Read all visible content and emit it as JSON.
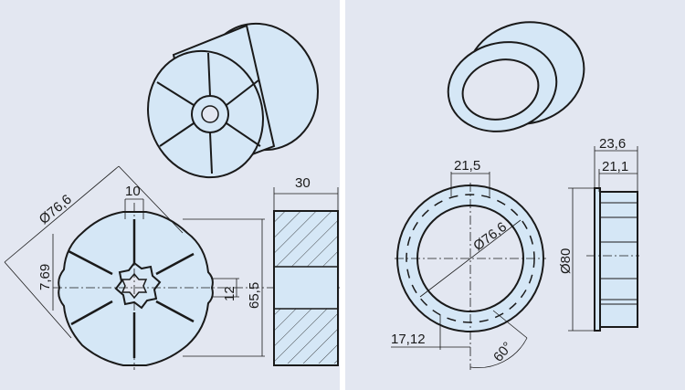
{
  "colors": {
    "background": "#e3e7f1",
    "part_fill": "#d5e7f6",
    "divider": "#ffffff",
    "line": "#1a1a1a"
  },
  "left_panel": {
    "dimensions": {
      "diameter": "Ø76,6",
      "slot_width": "10",
      "notch_depth": "7,69",
      "key_width": "12",
      "height": "65,5",
      "length": "30"
    }
  },
  "right_panel": {
    "dimensions": {
      "tooth_span": "21,5",
      "inner_diameter": "Ø76,6",
      "outer_diameter": "Ø80",
      "total_width": "23,6",
      "body_width": "21,1",
      "offset": "17,12",
      "angle": "60°"
    }
  }
}
